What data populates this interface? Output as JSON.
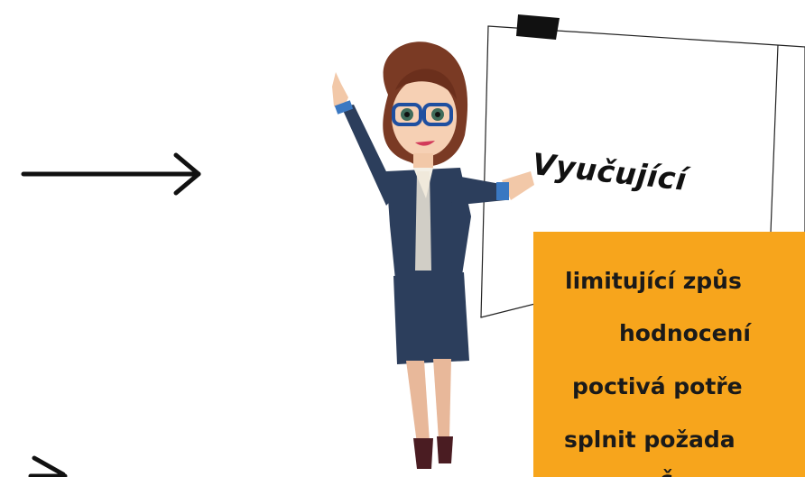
{
  "note": {
    "title": "Vyučující"
  },
  "callout": {
    "lines": [
      "limitující způs",
      "hodnocení",
      "poctivá potře",
      "splnit požada",
      "č"
    ],
    "background": "#f7a51c"
  },
  "illustration": {
    "subject": "cartoon teacher woman in navy suit with glasses",
    "tape_color": "#111111"
  },
  "arrows": [
    {
      "direction": "right",
      "icon": "arrow-right-icon"
    },
    {
      "direction": "right",
      "icon": "chevron-partial-icon"
    }
  ]
}
